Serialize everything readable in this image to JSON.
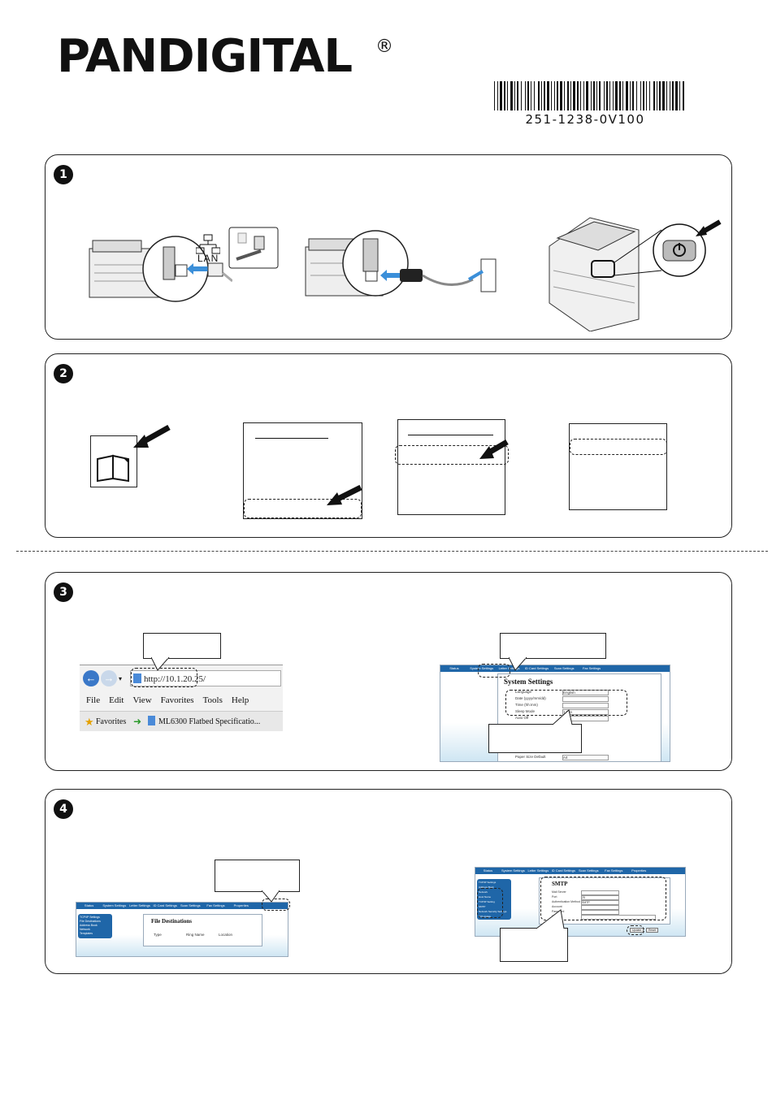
{
  "header": {
    "brand": "PANDIGITAL",
    "registered_mark": "®",
    "document_number": "251-1238-0V100"
  },
  "steps": [
    {
      "number": "1",
      "icon_label": "LAN"
    },
    {
      "number": "2"
    },
    {
      "number": "3"
    },
    {
      "number": "4"
    }
  ],
  "step3": {
    "browser": {
      "url": "http://10.1.20.25/",
      "menu": [
        "File",
        "Edit",
        "View",
        "Favorites",
        "Tools",
        "Help"
      ],
      "favorites_label": "Favorites",
      "bookmark": "ML6300 Flatbed Specificatio..."
    },
    "settings_screen": {
      "nav": [
        "Status",
        "System Settings",
        "Letter Settings",
        "ID Card Settings",
        "Scan Settings",
        "Fax Settings"
      ],
      "title": "System Settings",
      "rows": [
        "Language",
        "Date (yyyy/mm/dd)",
        "Time (hh:mm)",
        "Sleep Mode",
        "Auto Off",
        "Paper Size Default"
      ],
      "values": [
        "English",
        "",
        "",
        "1 Min",
        "",
        "A4"
      ]
    }
  },
  "step4": {
    "file_screen": {
      "nav": [
        "Status",
        "System Settings",
        "Letter Settings",
        "ID Card Settings",
        "Scan Settings",
        "Fax Settings",
        "Properties"
      ],
      "sidebar": [
        "TCP/IP Settings",
        "File Destinations",
        "Address Book",
        "Network",
        "Templates"
      ],
      "title": "File Destinations",
      "columns": [
        "Type",
        "Ring Name",
        "Location"
      ]
    },
    "smtp_screen": {
      "nav": [
        "Status",
        "System Settings",
        "Letter Settings",
        "ID Card Settings",
        "Scan Settings",
        "Fax Settings",
        "Properties"
      ],
      "sidebar": [
        "TCP/IP Settings",
        "Address Book",
        "Network",
        "Host Name",
        "TCP/IP Setting",
        "SMTP",
        "Network Security Settings",
        "FW Update"
      ],
      "title": "SMTP",
      "rows": [
        "Mail Server",
        "Port",
        "Authentication Method",
        "Account",
        "Password",
        "Sender"
      ],
      "values": [
        "",
        "25",
        "SMTP",
        "",
        "",
        ""
      ],
      "buttons": [
        "Update",
        "Reset"
      ]
    }
  }
}
